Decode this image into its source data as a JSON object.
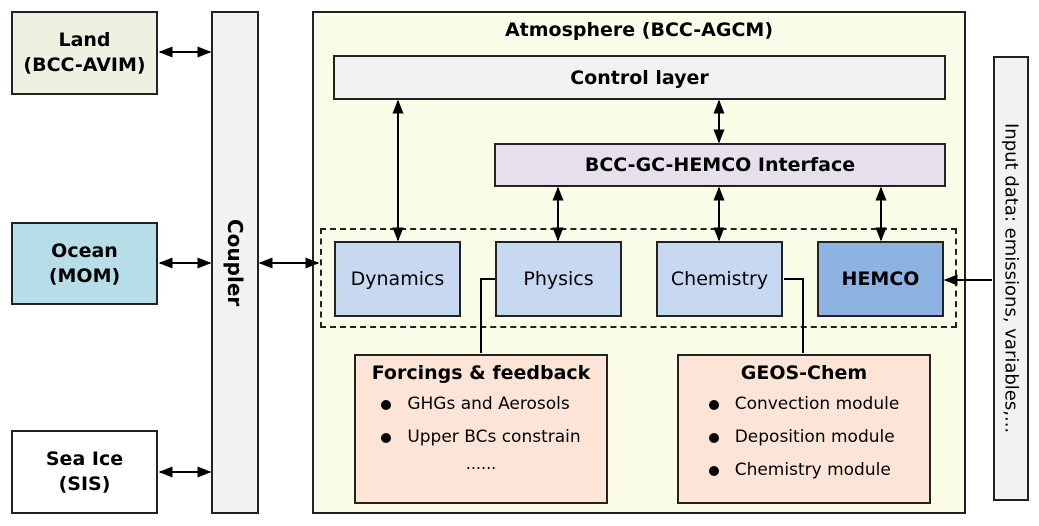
{
  "components": {
    "land": {
      "line1": "Land",
      "line2": "(BCC-AVIM)",
      "color": "#edf1df"
    },
    "ocean": {
      "line1": "Ocean",
      "line2": "(MOM)",
      "color": "#b7dde8"
    },
    "sea_ice": {
      "line1": "Sea Ice",
      "line2": "(SIS)",
      "color": "#ffffff"
    },
    "coupler": {
      "label": "Coupler"
    }
  },
  "atmosphere": {
    "title": "Atmosphere (BCC-AGCM)",
    "control_layer": "Control layer",
    "interface": "BCC-GC-HEMCO Interface",
    "modules": [
      {
        "label": "Dynamics"
      },
      {
        "label": "Physics"
      },
      {
        "label": "Chemistry"
      },
      {
        "label": "HEMCO"
      }
    ],
    "forcings": {
      "title": "Forcings & feedback",
      "items": [
        "GHGs and Aerosols",
        "Upper BCs constrain"
      ],
      "ellipsis": "......"
    },
    "geos_chem": {
      "title": "GEOS-Chem",
      "items": [
        "Convection module",
        "Deposition module",
        "Chemistry module"
      ]
    }
  },
  "input_data": {
    "label": "Input data: emissions, variables,..."
  },
  "colors": {
    "module": "#c6d9f1",
    "hemco": "#8db3e2",
    "panel": "#fce4d6",
    "atmosphere_bg": "#fcfde8",
    "interface": "#e6e0ec",
    "control": "#f2f2f2"
  }
}
